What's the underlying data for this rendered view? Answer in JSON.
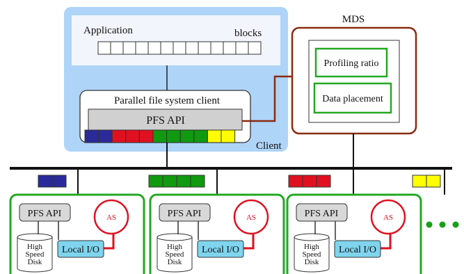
{
  "client": {
    "label": "Client",
    "application_label": "Application",
    "blocks_label": "blocks",
    "block_count": 13,
    "pfs_client_label": "Parallel file system client",
    "pfs_api_label": "PFS API",
    "stripe_colors": [
      "#2a2a9a",
      "#2a2a9a",
      "#e01020",
      "#e01020",
      "#e01020",
      "#0f9a0f",
      "#0f9a0f",
      "#0f9a0f",
      "#0f9a0f",
      "#ffff00",
      "#ffff00"
    ]
  },
  "mds": {
    "label": "MDS",
    "profiling_label": "Profiling ratio",
    "placement_label": "Data placement"
  },
  "bus_groups": [
    {
      "color": "#2a2a9a",
      "count": 2
    },
    {
      "color": "#0f9a0f",
      "count": 4
    },
    {
      "color": "#e01020",
      "count": 3
    },
    {
      "color": "#ffff00",
      "count": 2
    }
  ],
  "servers": [
    {
      "api_label": "PFS API",
      "as_label": "AS",
      "local_io_label": "Local I/O",
      "disk_lines": [
        "High",
        "Speed",
        "Disk"
      ]
    },
    {
      "api_label": "PFS API",
      "as_label": "AS",
      "local_io_label": "Local I/O",
      "disk_lines": [
        "High",
        "Speed",
        "Disk"
      ]
    },
    {
      "api_label": "PFS API",
      "as_label": "AS",
      "local_io_label": "Local I/O",
      "disk_lines": [
        "High",
        "Speed",
        "Disk"
      ]
    }
  ],
  "colors": {
    "client_bg": "#aed4f8",
    "mds_border": "#8b2a10",
    "server_border": "#22a822",
    "local_io_fill": "#7fd4ee",
    "as_ring": "#e01020",
    "api_fill": "#d8d8d8"
  }
}
